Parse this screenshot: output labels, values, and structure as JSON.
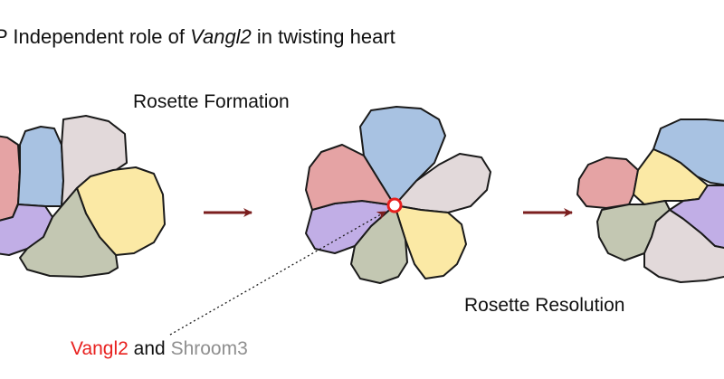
{
  "title": {
    "prefix": "P Independent role of ",
    "gene": "Vangl2",
    "suffix": " in twisting heart"
  },
  "labels": {
    "formation": "Rosette Formation",
    "resolution": "Rosette Resolution",
    "protein_a": "Vangl2",
    "conjunction": " and ",
    "protein_b": "Shroom3"
  },
  "colors": {
    "red_cell": "#e5a3a4",
    "blue_cell": "#a8c2e2",
    "pink_cell": "#e2d9da",
    "yellow_cell": "#fbe9a5",
    "green_cell": "#c3c7b2",
    "purple_cell": "#c1aee6",
    "arrow": "#7b1e1e",
    "highlight": "#e8201e",
    "protein_a_text": "#e8201e",
    "protein_b_text": "#8f8f8f"
  }
}
